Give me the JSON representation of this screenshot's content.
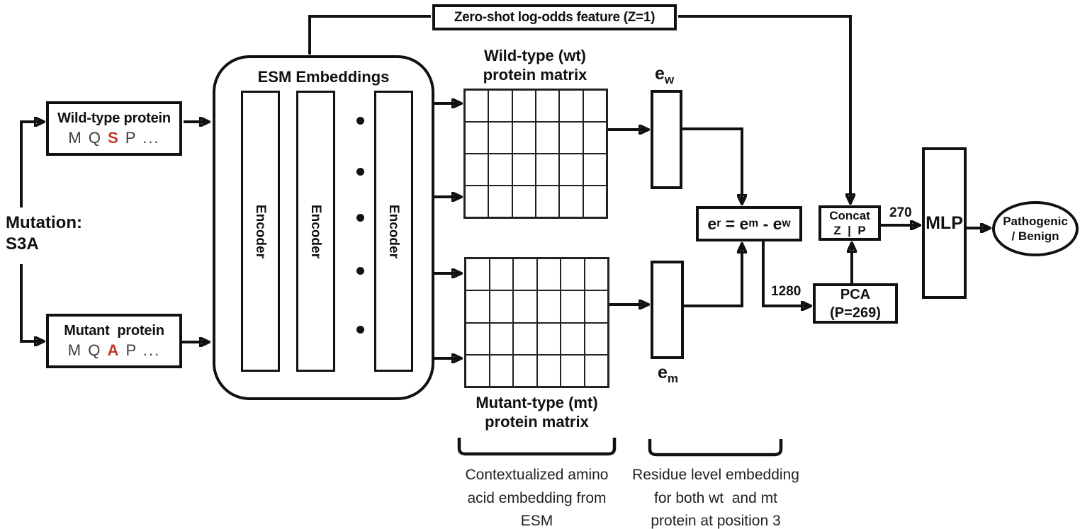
{
  "mutation": {
    "line1": "Mutation:",
    "line2": "S3A"
  },
  "wild_box": {
    "title": "Wild-type protein",
    "seq_pre": "M Q ",
    "seq_mut": "S",
    "seq_post": " P ..."
  },
  "mutant_box": {
    "title": "Mutant  protein",
    "seq_pre": "M Q ",
    "seq_mut": "A",
    "seq_post": " P ..."
  },
  "esm": {
    "title": "ESM Embeddings",
    "encoder_label": "Encoder",
    "encoder_count": 3,
    "dots_count": 5
  },
  "zero_shot": {
    "label": "Zero-shot log-odds feature (Z=1)"
  },
  "wt_matrix": {
    "title_line1": "Wild-type (wt)",
    "title_line2": "protein matrix",
    "rows": 4,
    "cols": 6
  },
  "mt_matrix": {
    "title_line1": "Mutant-type (mt)",
    "title_line2": "protein matrix",
    "rows": 4,
    "cols": 6
  },
  "ew_label": {
    "base": "e",
    "sub": "w"
  },
  "em_label": {
    "base": "e",
    "sub": "m"
  },
  "er": {
    "p1": "e",
    "s1": "r",
    "p2": " = e",
    "s2": "m",
    "p3": " - e",
    "s3": "w"
  },
  "concat": {
    "line1": "Concat",
    "line2": "Z  |  P"
  },
  "pca": {
    "line1": "PCA",
    "line2": "(P=269)"
  },
  "mlp": {
    "label": "MLP"
  },
  "dims": {
    "pca_in": "1280",
    "mlp_in": "270"
  },
  "output": {
    "line1": "Pathogenic",
    "line2": "/ Benign"
  },
  "caption_left": {
    "line1": "Contextualized amino",
    "line2": "acid embedding from",
    "line3": "ESM"
  },
  "caption_right": {
    "line1": "Residue level embedding",
    "line2": "for both wt  and mt",
    "line3": "protein at position 3"
  },
  "colors": {
    "line": "#111111",
    "mutation_red": "#c0392b",
    "sequence_gray": "#3d3d3d"
  }
}
